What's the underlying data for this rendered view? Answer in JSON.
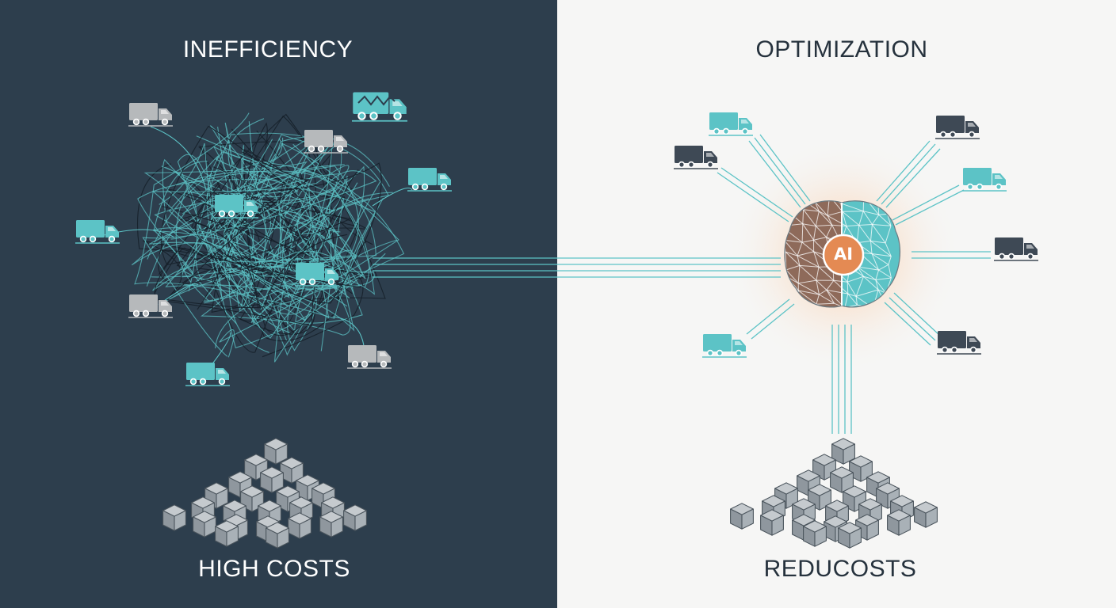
{
  "left_panel": {
    "title": "INEFFICIENCY",
    "caption": "HIGH COSTS",
    "background_color": "#2d3e4d",
    "icons": [
      "truck-icon",
      "tangled-routes",
      "box-stack-icon"
    ]
  },
  "right_panel": {
    "title": "OPTIMIZATION",
    "caption": "REDUCOSTS",
    "background_color": "#f6f6f5",
    "icons": [
      "truck-icon",
      "brain-icon",
      "box-stack-icon"
    ]
  },
  "hub": {
    "label": "AI",
    "badge_color": "#e48a53",
    "glow_color": "#f7c9a6"
  },
  "colors": {
    "teal": "#5cc3c6",
    "gray_truck": "#b6b9bb",
    "dark_truck": "#3e4955",
    "cube_face": "#a9b1b7",
    "brain_brown": "#8e6a5a"
  }
}
